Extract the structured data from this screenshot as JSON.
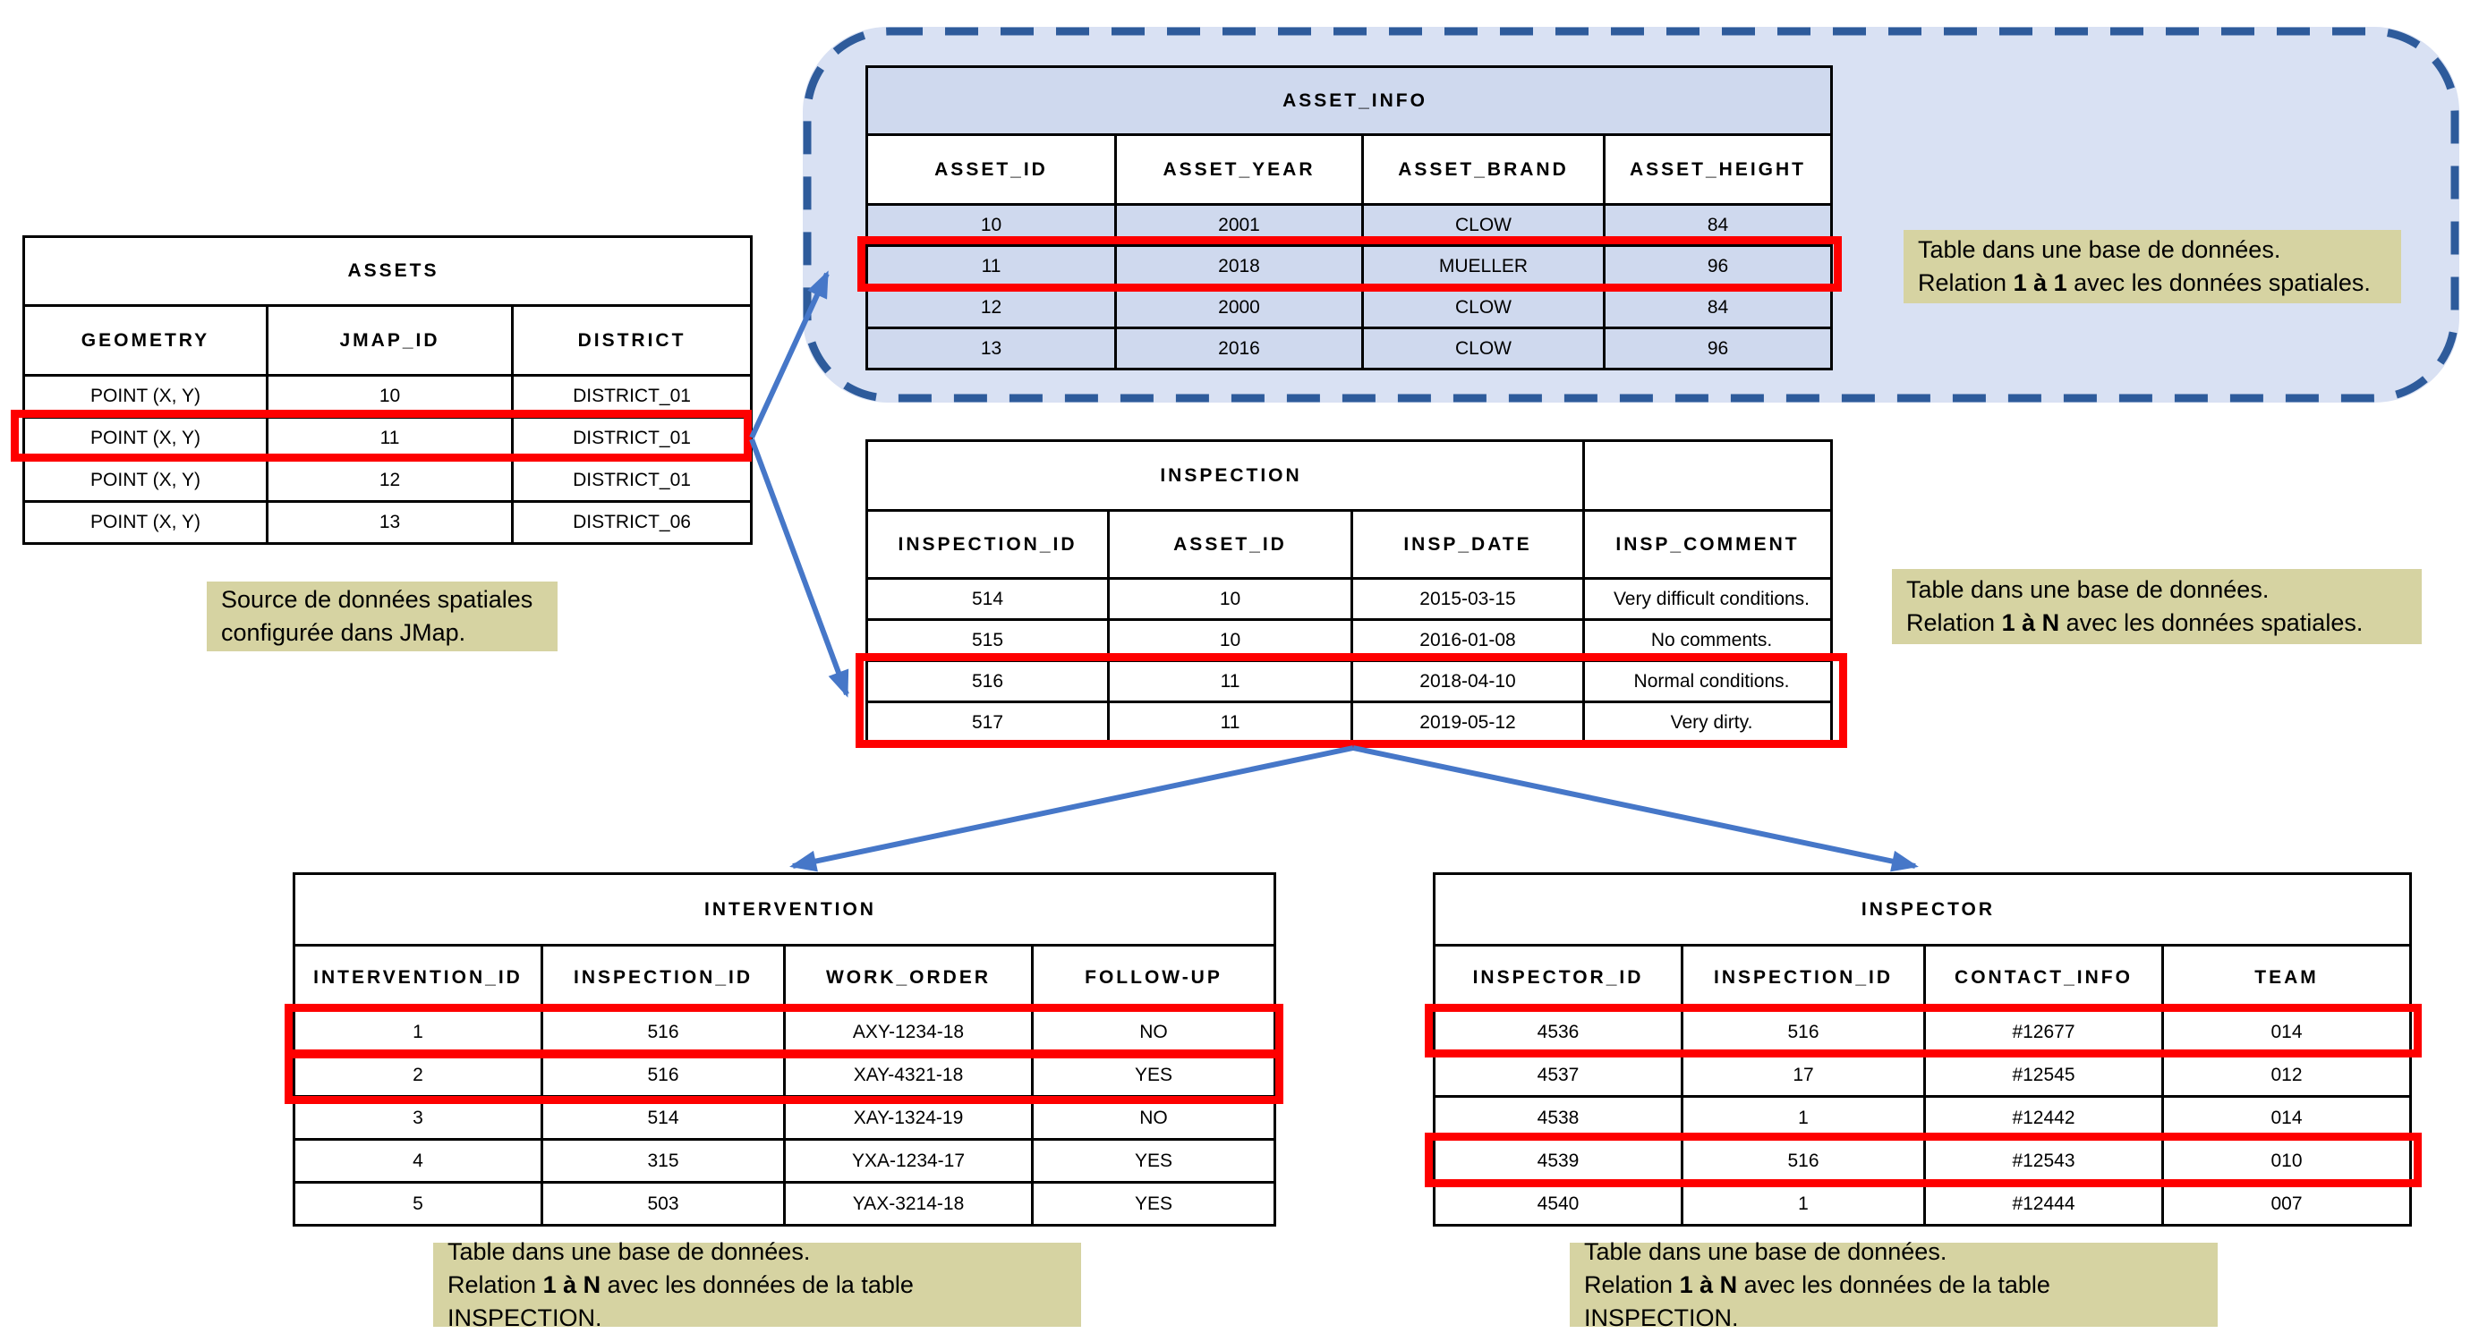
{
  "diagram": {
    "tables": {
      "assets": {
        "title": "ASSETS",
        "headers": [
          "GEOMETRY",
          "JMAP_ID",
          "DISTRICT"
        ],
        "rows": [
          [
            "POINT (X, Y)",
            "10",
            "DISTRICT_01"
          ],
          [
            "POINT (X, Y)",
            "11",
            "DISTRICT_01"
          ],
          [
            "POINT (X, Y)",
            "12",
            "DISTRICT_01"
          ],
          [
            "POINT (X, Y)",
            "13",
            "DISTRICT_06"
          ]
        ]
      },
      "asset_info": {
        "title": "ASSET_INFO",
        "headers": [
          "ASSET_ID",
          "ASSET_YEAR",
          "ASSET_BRAND",
          "ASSET_HEIGHT"
        ],
        "rows": [
          [
            "10",
            "2001",
            "CLOW",
            "84"
          ],
          [
            "11",
            "2018",
            "MUELLER",
            "96"
          ],
          [
            "12",
            "2000",
            "CLOW",
            "84"
          ],
          [
            "13",
            "2016",
            "CLOW",
            "96"
          ]
        ]
      },
      "inspection": {
        "title": "INSPECTION",
        "headers": [
          "INSPECTION_ID",
          "ASSET_ID",
          "INSP_DATE",
          "INSP_COMMENT"
        ],
        "rows": [
          [
            "514",
            "10",
            "2015-03-15",
            "Very difficult conditions."
          ],
          [
            "515",
            "10",
            "2016-01-08",
            "No comments."
          ],
          [
            "516",
            "11",
            "2018-04-10",
            "Normal conditions."
          ],
          [
            "517",
            "11",
            "2019-05-12",
            "Very dirty."
          ]
        ]
      },
      "intervention": {
        "title": "INTERVENTION",
        "headers": [
          "INTERVENTION_ID",
          "INSPECTION_ID",
          "WORK_ORDER",
          "FOLLOW-UP"
        ],
        "rows": [
          [
            "1",
            "516",
            "AXY-1234-18",
            "NO"
          ],
          [
            "2",
            "516",
            "XAY-4321-18",
            "YES"
          ],
          [
            "3",
            "514",
            "XAY-1324-19",
            "NO"
          ],
          [
            "4",
            "315",
            "YXA-1234-17",
            "YES"
          ],
          [
            "5",
            "503",
            "YAX-3214-18",
            "YES"
          ]
        ]
      },
      "inspector": {
        "title": "INSPECTOR",
        "headers": [
          "INSPECTOR_ID",
          "INSPECTION_ID",
          "CONTACT_INFO",
          "TEAM"
        ],
        "rows": [
          [
            "4536",
            "516",
            "#12677",
            "014"
          ],
          [
            "4537",
            "17",
            "#12545",
            "012"
          ],
          [
            "4538",
            "1",
            "#12442",
            "014"
          ],
          [
            "4539",
            "516",
            "#12543",
            "010"
          ],
          [
            "4540",
            "1",
            "#12444",
            "007"
          ]
        ]
      }
    },
    "annotations": {
      "source": {
        "line1": "Source de données spatiales",
        "line2": "configurée dans JMap."
      },
      "relation_1_1": {
        "line1": "Table dans une base de données.",
        "pre": "Relation ",
        "bold": "1 à 1",
        "post": " avec les données spatiales."
      },
      "relation_1_n_spatial": {
        "line1": "Table dans une base de données.",
        "pre": "Relation ",
        "bold": "1 à N",
        "post": " avec les données spatiales."
      },
      "relation_1_n_intervention": {
        "line1": "Table dans une base de données.",
        "pre": "Relation ",
        "bold": "1 à N",
        "post": " avec les données de la table INSPECTION."
      },
      "relation_1_n_inspector": {
        "line1": "Table dans une base de données.",
        "pre": "Relation ",
        "bold": "1 à N",
        "post": " avec les données de la table INSPECTION."
      }
    },
    "colors": {
      "highlight_red": "#fe0000",
      "arrow_blue": "#4677c8",
      "dashed_border_blue": "#2e5b9b",
      "container_fill": "#d9e1f3",
      "asset_info_row_fill": "#cfd9ee",
      "annotation_bg": "#d6d3a2",
      "table_border": "#000000"
    }
  }
}
